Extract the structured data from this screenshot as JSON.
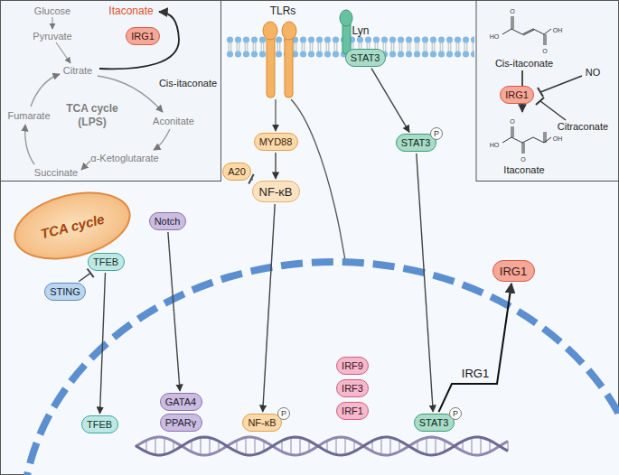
{
  "diagram": {
    "nodes": [
      {
        "text": [
          "IRG1"
        ]
      },
      {
        "text": [
          "IRG1"
        ]
      },
      {
        "text": [
          "MYD88"
        ]
      },
      {
        "text": [
          "A20"
        ]
      },
      {
        "text": [
          "NF-κB"
        ]
      },
      {
        "text": [
          "STAT3"
        ]
      },
      {
        "text": [
          "STAT3"
        ]
      },
      {
        "text": [
          "TCA cycle"
        ]
      },
      {
        "text": [
          "Notch"
        ]
      },
      {
        "text": [
          "TFEB"
        ]
      },
      {
        "text": [
          "STING"
        ]
      },
      {
        "text": [
          "TFEB"
        ]
      },
      {
        "text": [
          "GATA4"
        ]
      },
      {
        "text": [
          "PPARγ"
        ]
      },
      {
        "text": [
          "NF-κB"
        ]
      },
      {
        "text": [
          "IRF9"
        ]
      },
      {
        "text": [
          "IRF3"
        ]
      },
      {
        "text": [
          "IRF1"
        ]
      },
      {
        "text": [
          "STAT3"
        ]
      },
      {
        "text": [
          "IRG1"
        ]
      },
      {
        "text": [
          "P"
        ]
      },
      {
        "text": [
          "P"
        ]
      },
      {
        "text": [
          "P"
        ]
      }
    ],
    "edges": [
      {
        "from": 2,
        "to": 4,
        "arrow": "to"
      },
      {
        "from": 3,
        "to": 4,
        "arrow": "to"
      },
      {
        "from": 4,
        "to": 14,
        "arrow": "to"
      },
      {
        "from": 5,
        "to": 6,
        "arrow": "to"
      },
      {
        "from": 6,
        "to": 18,
        "arrow": "to"
      },
      {
        "from": 8,
        "to": 12,
        "arrow": "to"
      },
      {
        "from": 9,
        "to": 11,
        "arrow": "to"
      },
      {
        "from": 10,
        "to": 9,
        "arrow": "to"
      },
      {
        "from": 18,
        "to": 19,
        "arrow": "to",
        "label": "IRG1"
      }
    ],
    "labels": [
      "Glucose",
      "Pyruvate",
      "Citrate",
      "Itaconate",
      "Cis-itaconate",
      "Aconitate",
      "α-Ketoglutarate",
      "Succinate",
      "Fumarate",
      "TCA cycle (LPS)",
      "Cis-itaconate",
      "NO",
      "Citraconate",
      "Itaconate",
      "TLRs",
      "Lyn",
      "HO",
      "O",
      "OH",
      "O",
      "HO",
      "O",
      "OH",
      "O"
    ]
  }
}
